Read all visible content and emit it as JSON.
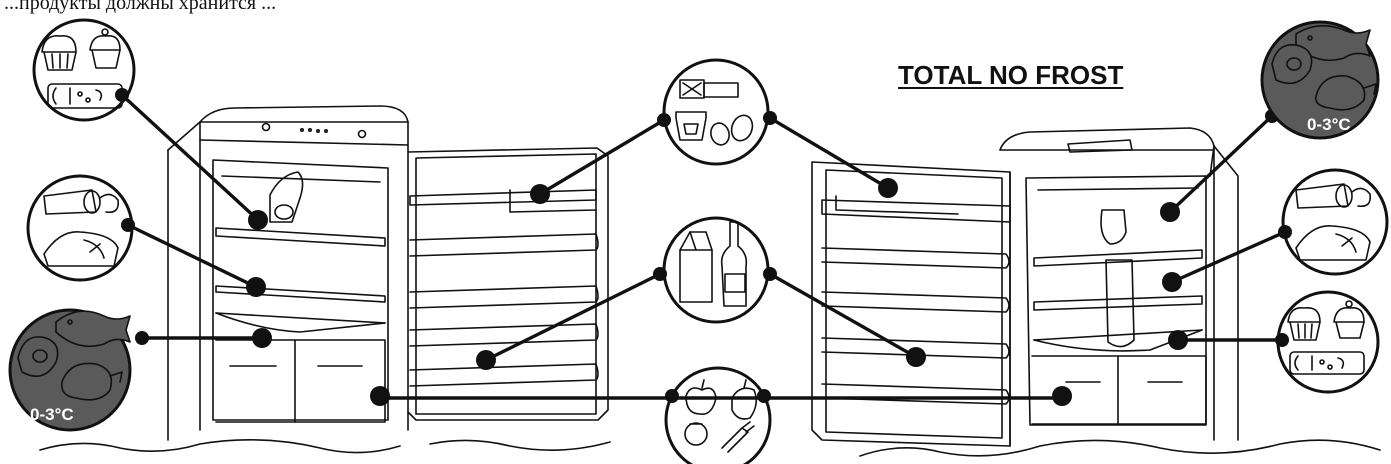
{
  "caption": "...продукты должны хранится ...",
  "title": "TOTAL NO FROST",
  "temp_labels": {
    "left_chiller": "0-3°C",
    "right_chiller": "0-3°C"
  },
  "icons": [
    "muffin-icon",
    "cupcake-icon",
    "sausage-cheese-icon",
    "salami-icon",
    "ham-icon",
    "fish-icon",
    "steak-icon",
    "chicken-icon",
    "butter-icon",
    "yogurt-icon",
    "eggs-icon",
    "milk-carton-icon",
    "bottle-icon",
    "apple-icon",
    "pepper-icon",
    "tomato-icon",
    "carrot-icon"
  ],
  "colors": {
    "line": "#111111",
    "chiller_fill": "#5a5a5a",
    "background": "#ffffff"
  }
}
